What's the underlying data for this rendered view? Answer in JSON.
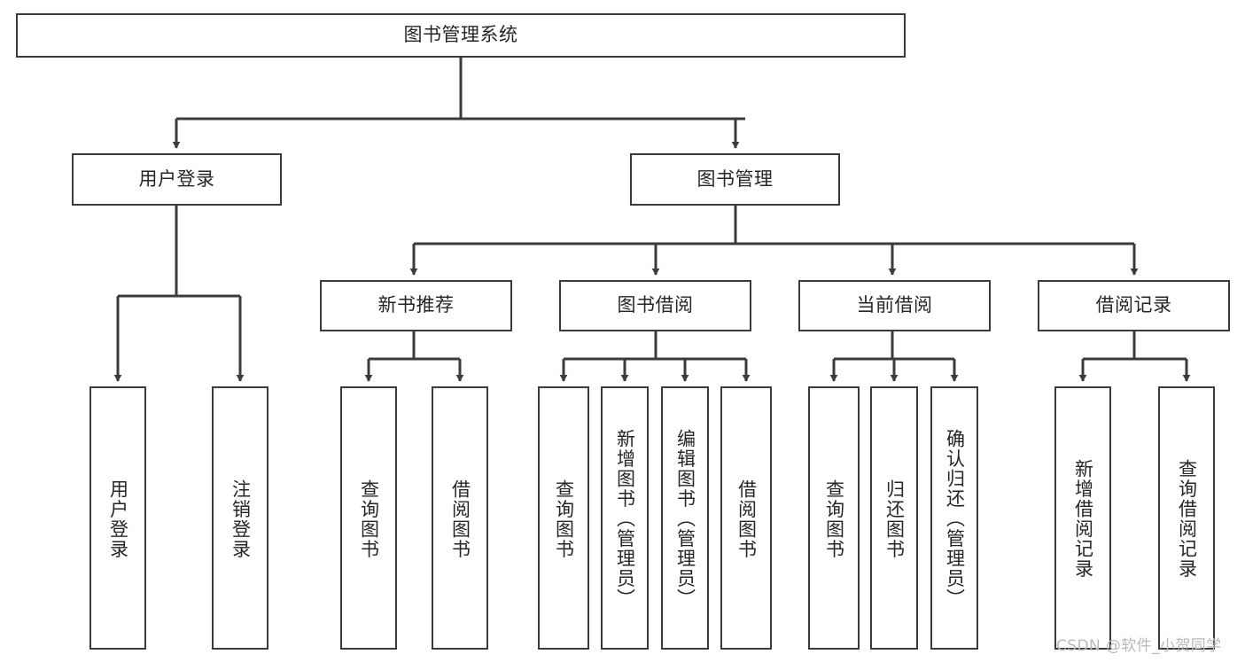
{
  "diagram": {
    "title_node": {
      "label": "图书管理系统"
    },
    "level2": [
      {
        "id": "user-login",
        "label": "用户登录"
      },
      {
        "id": "book-management",
        "label": "图书管理"
      }
    ],
    "level3": [
      {
        "id": "new-book-recommend",
        "label": "新书推荐"
      },
      {
        "id": "book-borrow",
        "label": "图书借阅"
      },
      {
        "id": "current-borrow",
        "label": "当前借阅"
      },
      {
        "id": "borrow-record",
        "label": "借阅记录"
      }
    ],
    "leaves": [
      {
        "id": "leaf-user-login",
        "label": "用户登录",
        "parent": "user-login"
      },
      {
        "id": "leaf-logout-login",
        "label": "注销登录",
        "parent": "user-login"
      },
      {
        "id": "leaf-query-book-1",
        "label": "查询图书",
        "parent": "new-book-recommend"
      },
      {
        "id": "leaf-borrow-book-1",
        "label": "借阅图书",
        "parent": "new-book-recommend"
      },
      {
        "id": "leaf-query-book-2",
        "label": "查询图书",
        "parent": "book-borrow"
      },
      {
        "id": "leaf-add-book",
        "label": "新增图书（管理员）",
        "parent": "book-borrow"
      },
      {
        "id": "leaf-edit-book",
        "label": "编辑图书（管理员）",
        "parent": "book-borrow"
      },
      {
        "id": "leaf-borrow-book-2",
        "label": "借阅图书",
        "parent": "book-borrow"
      },
      {
        "id": "leaf-query-book-3",
        "label": "查询图书",
        "parent": "current-borrow"
      },
      {
        "id": "leaf-return-book",
        "label": "归还图书",
        "parent": "current-borrow"
      },
      {
        "id": "leaf-confirm-return",
        "label": "确认归还（管理员）",
        "parent": "current-borrow"
      },
      {
        "id": "leaf-add-record",
        "label": "新增借阅记录",
        "parent": "borrow-record"
      },
      {
        "id": "leaf-query-record",
        "label": "查询借阅记录",
        "parent": "borrow-record"
      }
    ],
    "watermark": "CSDN @软件_小贺同学",
    "colors": {
      "stroke": "#3b3b3b",
      "text": "#262626",
      "background": "#ffffff",
      "watermark": "#b9b9b9"
    }
  }
}
